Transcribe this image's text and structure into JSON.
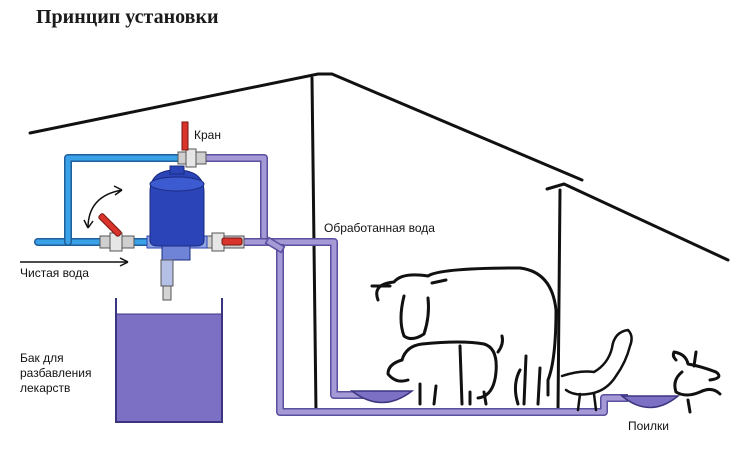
{
  "title": "Принцип установки",
  "labels": {
    "tap": "Кран",
    "treated_water": "Обработанная вода",
    "clean_water": "Чистая вода",
    "tank": [
      "Бак для",
      "разбавления",
      "лекарств"
    ],
    "drinkers": "Поилки"
  },
  "colors": {
    "clean_pipe": "#3aa0e8",
    "treated_pipe": "#a59ad6",
    "pipe_outline": "#5a50a0",
    "tank_fill": "#7b70c4",
    "valve_red": "#d9342b",
    "dispenser_blue": "#2b45b8",
    "outline": "#111111"
  },
  "icons": [
    "tap-valve-icon",
    "dispenser-pump-icon",
    "cow-icon",
    "pig-icon",
    "chicken-icon",
    "goat-icon"
  ]
}
